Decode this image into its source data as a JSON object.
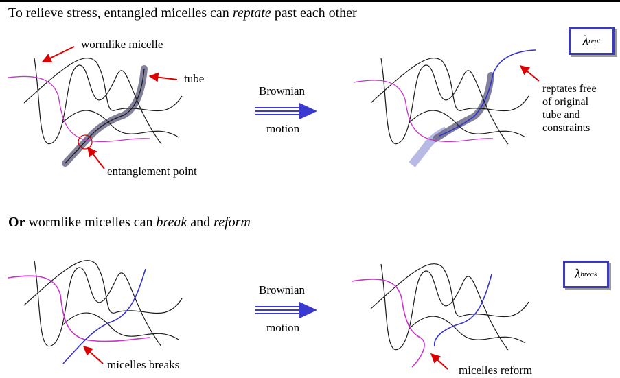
{
  "panel_top": {
    "heading_prefix": "To relieve stress, entangled micelles can ",
    "heading_em": "reptate",
    "heading_suffix": " past each other",
    "label_wormlike": "wormlike micelle",
    "label_tube": "tube",
    "label_entanglement": "entanglement point",
    "arrow_top": "Brownian",
    "arrow_bottom": "motion",
    "reptates_lines": [
      "reptates free",
      "of original",
      "tube and",
      "constraints"
    ],
    "lambda_symbol": "λ",
    "lambda_sub": "rept"
  },
  "panel_bottom": {
    "heading_bold": "Or",
    "heading_mid1": " wormlike micelles can ",
    "heading_em1": "break",
    "heading_mid2": " and ",
    "heading_em2": "reform",
    "arrow_top": "Brownian",
    "arrow_bottom": "motion",
    "label_breaks": "micelles breaks",
    "label_reform": "micelles reform",
    "lambda_symbol": "λ",
    "lambda_sub": "break"
  },
  "colors": {
    "chain": "#1a1a1a",
    "magenta": "#cc33cc",
    "blue": "#3333cc",
    "tube": "#6b6b8a",
    "tube_faded": "#b9b9e6",
    "red_arrow": "#dd0000",
    "block_arrow": "#3a3ad0"
  }
}
